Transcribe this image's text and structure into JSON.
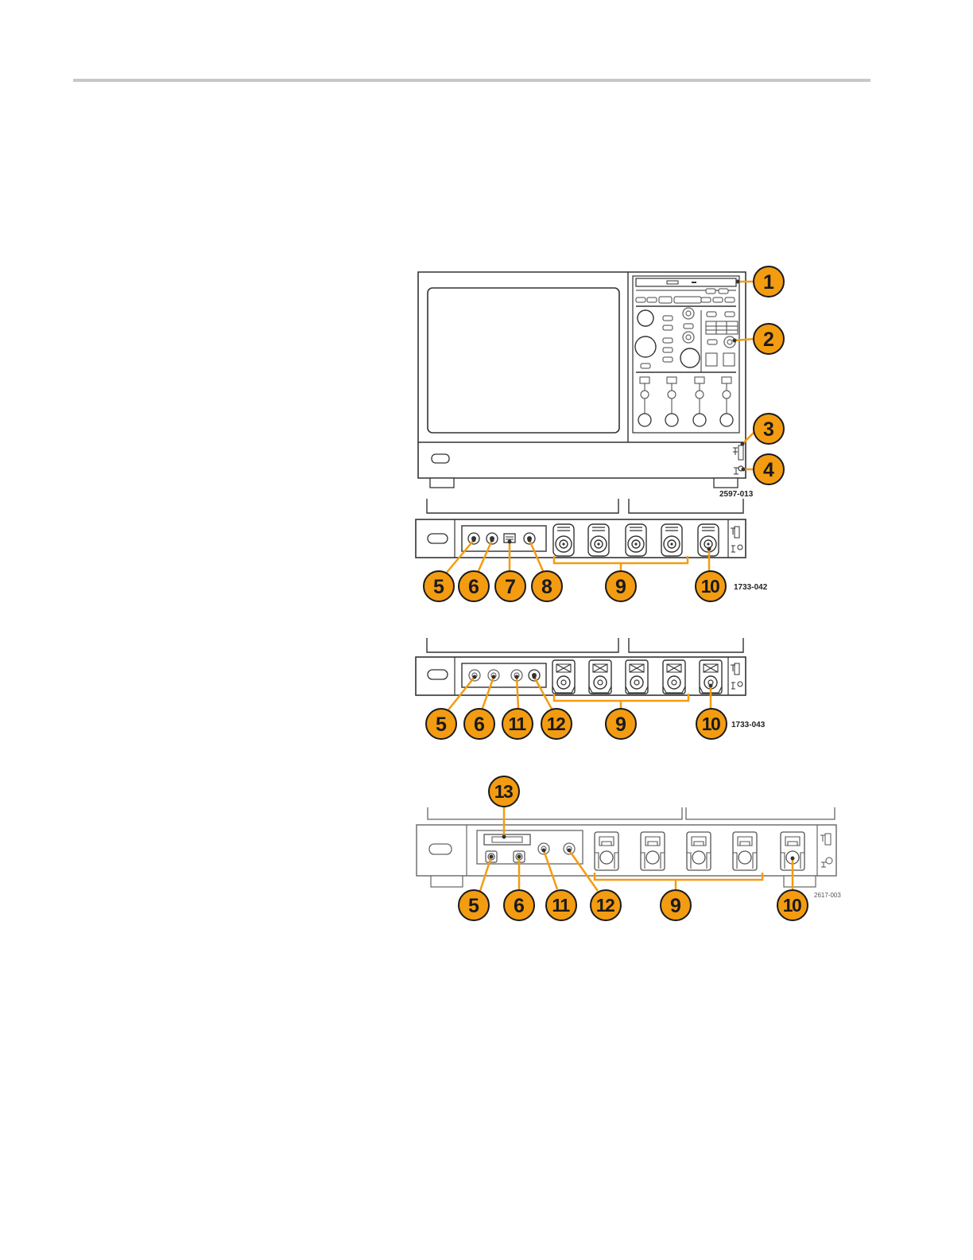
{
  "figures": [
    {
      "id": "front",
      "figure_number": "2597-013"
    },
    {
      "id": "lower-a",
      "figure_number": "1733-042"
    },
    {
      "id": "lower-b",
      "figure_number": "1733-043"
    },
    {
      "id": "lower-c",
      "figure_number": "2617-003"
    }
  ],
  "callouts": [
    "1",
    "2",
    "3",
    "4",
    "5",
    "6",
    "7",
    "8",
    "9",
    "10",
    "11",
    "12",
    "13"
  ],
  "colors": {
    "callout_fill": "#f39c12",
    "callout_stroke": "#1a1a1a",
    "leader": "#f39c12",
    "line": "#333333",
    "rule": "#c8c8c8"
  }
}
